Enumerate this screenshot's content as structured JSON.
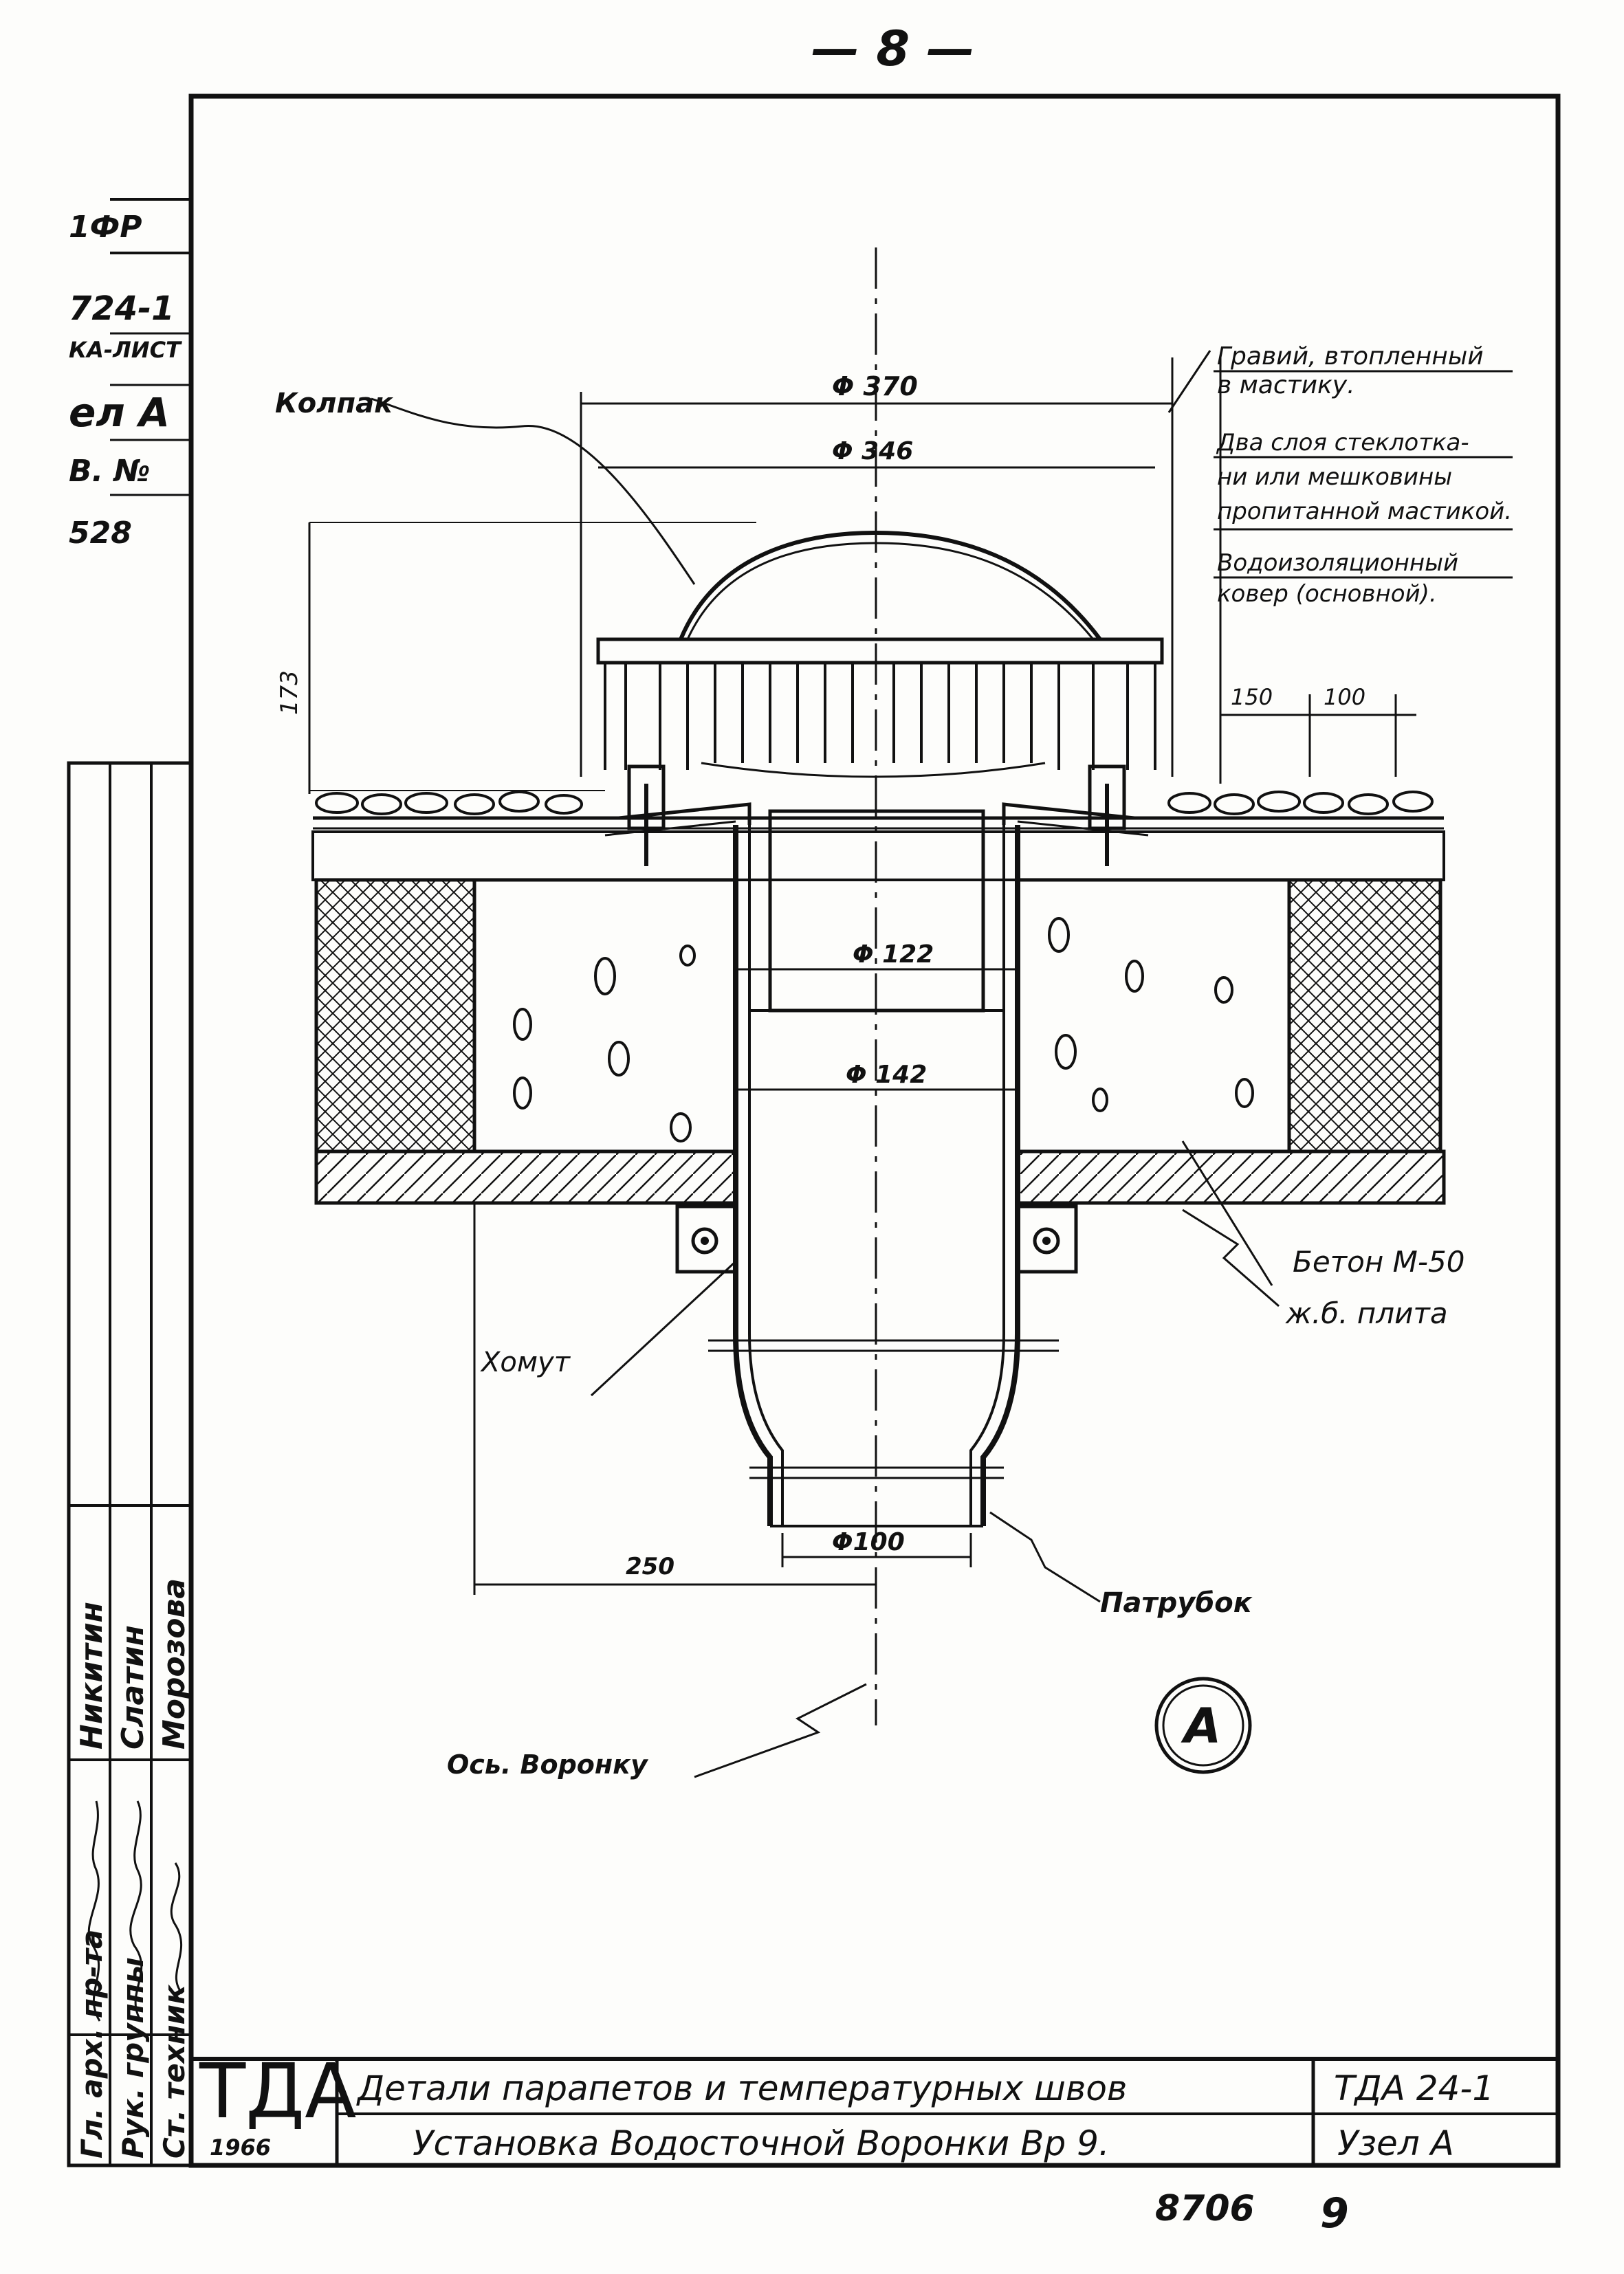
{
  "page": {
    "number": "— 8 —"
  },
  "margin": {
    "l1": "1ФР",
    "l2": "724-1",
    "l3": "КА-ЛИСТ",
    "l4": "ел А",
    "l5": "В. №",
    "l6": "528"
  },
  "dimensions": {
    "height": "173",
    "d370": "Φ 370",
    "d346": "Φ 346",
    "d150": "150",
    "d100": "100",
    "d122": "Φ 122",
    "d142": "Φ 142",
    "d250": "250",
    "d100b": "Φ100"
  },
  "labels": {
    "cap": "Колпак",
    "concrete": "Бетон М-50",
    "slab": "ж.б. плита",
    "clamp": "Хомут",
    "nozzle": "Патрубок",
    "axis": "Ось. Воронку",
    "node_marker": "А"
  },
  "notes": {
    "gravel": [
      "Гравий, втопленный",
      "в мастику."
    ],
    "layers": [
      "Два слоя стеклотка-",
      "ни или мешковины",
      "пропитанной мастикой."
    ],
    "membrane": [
      "Водоизоляционный",
      "ковер (основной)."
    ]
  },
  "signatures": {
    "roles": [
      "Гл. арх. пр-та",
      "Рук. группы",
      "Ст. техник"
    ],
    "names": [
      "Никитин",
      "Слатин",
      "Морозова"
    ]
  },
  "title_block": {
    "org": "ТДА",
    "year": "1966",
    "title": "Детали парапетов и температурных швов",
    "subtitle": "Установка Водосточной Воронки Вр 9.",
    "code": "ТДА 24-1",
    "node": "Узел А"
  },
  "footer": {
    "archive": "8706",
    "sheet": "9"
  }
}
